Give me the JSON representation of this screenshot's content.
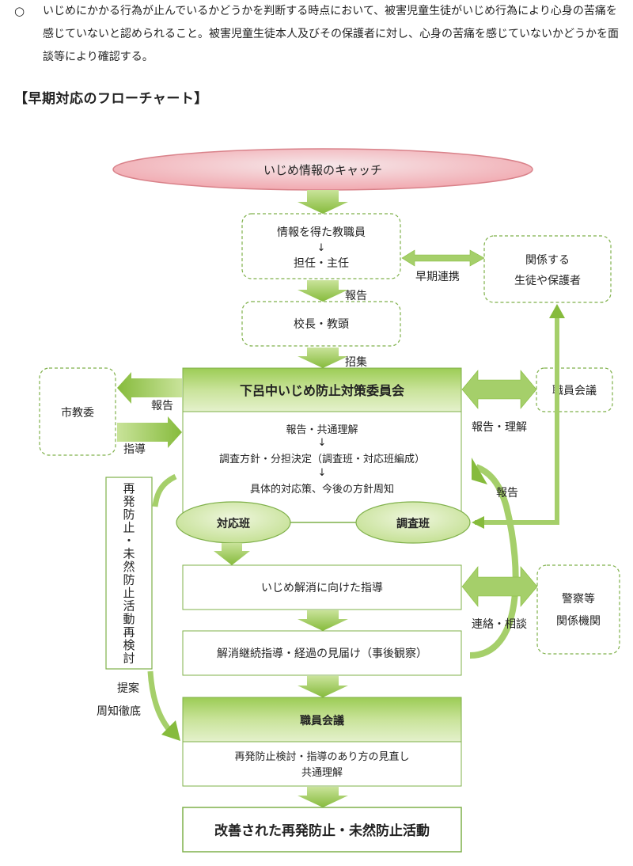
{
  "intro": {
    "bullet": "○",
    "text": "いじめにかかる行為が止んでいるかどうかを判断する時点において、被害児童生徒がいじめ行為により心身の苦痛を感じていないと認められること。被害児童生徒本人及びその保護者に対し、心身の苦痛を感じていないかどうかを面談等により確認する。"
  },
  "section_title": "【早期対応のフローチャート】",
  "flow": {
    "start": "いじめ情報のキャッチ",
    "teacher_line1": "情報を得た教職員",
    "arrow_glyph": "↓",
    "teacher_line2": "担任・主任",
    "related_line1": "関係する",
    "related_line2": "生徒や保護者",
    "early_link": "早期連携",
    "report": "報告",
    "principal": "校長・教頭",
    "convene": "招集",
    "committee": "下呂中いじめ防止対策委員会",
    "city_board": "市教委",
    "report_to_city": "報告",
    "guidance_from_city": "指導",
    "staff_meeting_right": "職員会議",
    "report_understand": "報告・理解",
    "committee_body_1": "報告・共通理解",
    "committee_body_2": "調査方針・分担決定（調査班・対応班編成）",
    "committee_body_3": "具体的対応策、今後の方針周知",
    "response_team": "対応班",
    "investigation_team": "調査班",
    "report_back": "報告",
    "recurrence_review": "再発防止・未然防止活動再検討",
    "guidance_resolve": "いじめ解消に向けた指導",
    "police_line1": "警察等",
    "police_line2": "関係機関",
    "contact_consult": "連絡・相談",
    "continuing": "解消継続指導・経過の見届け（事後観察）",
    "proposal": "提案",
    "notify": "周知徹底",
    "staff_meeting": "職員会議",
    "staff_body_1": "再発防止検討・指導のあり方の見直し",
    "staff_body_2": "共通理解",
    "final": "改善された再発防止・未然防止活動"
  },
  "colors": {
    "green_dark": "#8cbf3f",
    "green_light": "#d7eab4",
    "box_border": "#7fb04a",
    "start_fill": "#f4b7bb",
    "start_border": "#d9828a"
  }
}
